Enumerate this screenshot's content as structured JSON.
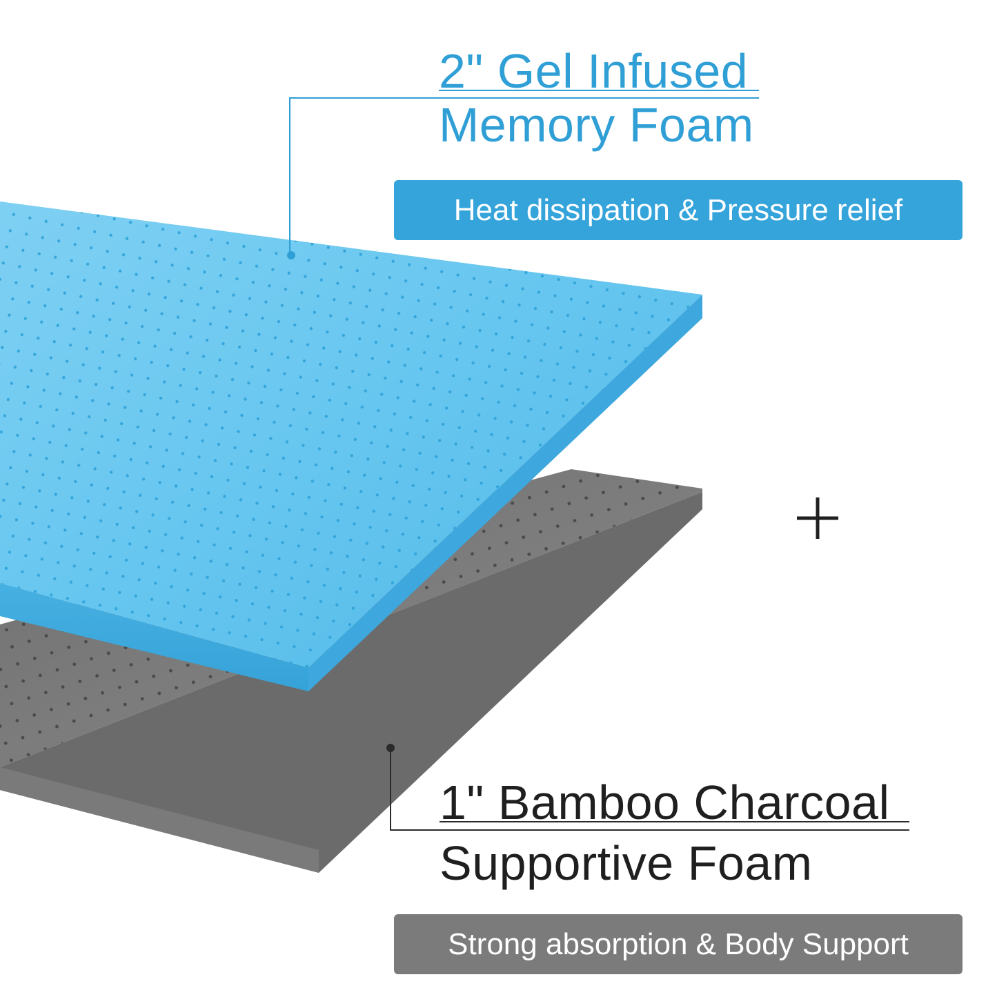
{
  "gel_layer": {
    "title_line1": "2\" Gel Infused",
    "title_line2": "Memory Foam",
    "badge": "Heat dissipation & Pressure relief"
  },
  "charcoal_layer": {
    "title_line1": "1\" Bamboo Charcoal",
    "title_line2": "Supportive Foam",
    "badge": "Strong absorption & Body Support"
  },
  "plus_symbol_icon": "plus-icon",
  "colors": {
    "accent_blue": "#35a4db",
    "blue_text": "#2f9fd6",
    "charcoal_gray": "#7b7b7b",
    "dark_text": "#1f1f1f"
  }
}
